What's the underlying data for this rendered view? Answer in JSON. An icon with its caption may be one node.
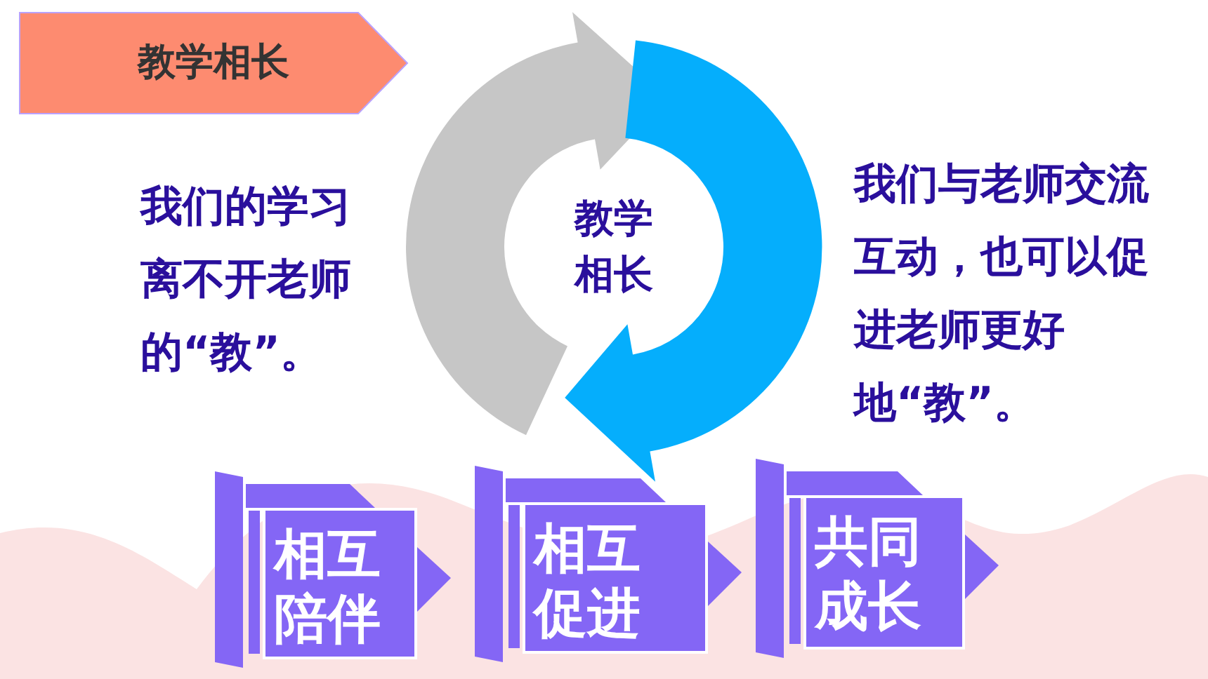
{
  "diagram": {
    "nodes": [
      {
        "text": [
          "教学相长"
        ]
      },
      {
        "text": [
          "教学相长"
        ]
      },
      {
        "text": [
          "相互陪伴"
        ]
      },
      {
        "text": [
          "相互促进"
        ]
      },
      {
        "text": [
          "共同成长"
        ]
      }
    ],
    "labels": [
      "我们的学习离不开老师的“教”。",
      "我们与老师交流互动，也可以促进老师更好地“教”。"
    ]
  }
}
